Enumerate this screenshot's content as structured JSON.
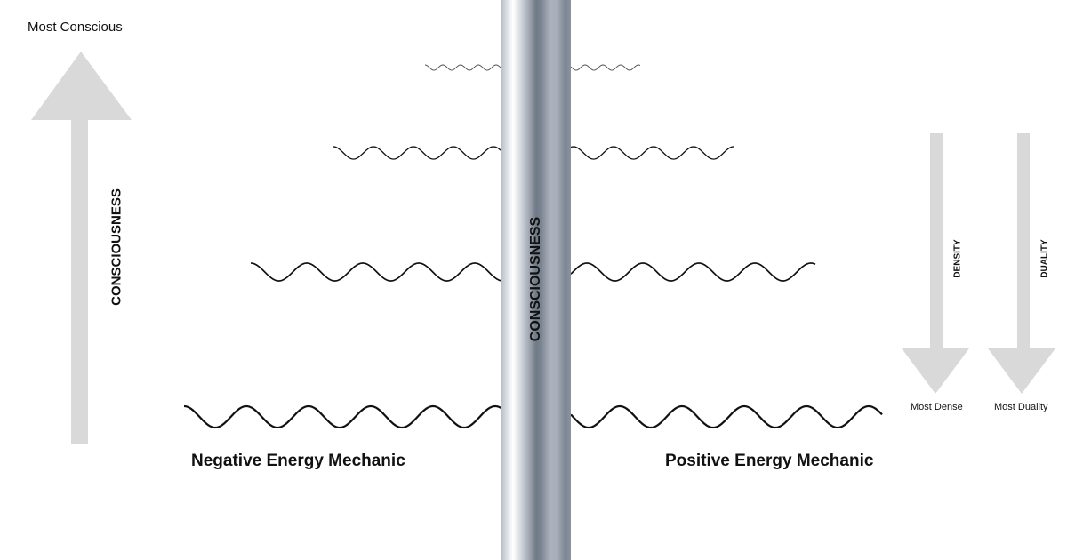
{
  "top_label": "Most Conscious",
  "left_arrow_label": "CONSCIOUSNESS",
  "pillar_label": "CONSCIOUSNESS",
  "right_arrows": [
    {
      "label": "DENSITY",
      "end_label": "Most Dense"
    },
    {
      "label": "DUALITY",
      "end_label": "Most Duality"
    }
  ],
  "bottom_labels": {
    "negative": "Negative Energy Mechanic",
    "positive": "Positive Energy Mechanic"
  },
  "colors": {
    "arrow": "#d9d9d9",
    "wave": "#111111"
  }
}
